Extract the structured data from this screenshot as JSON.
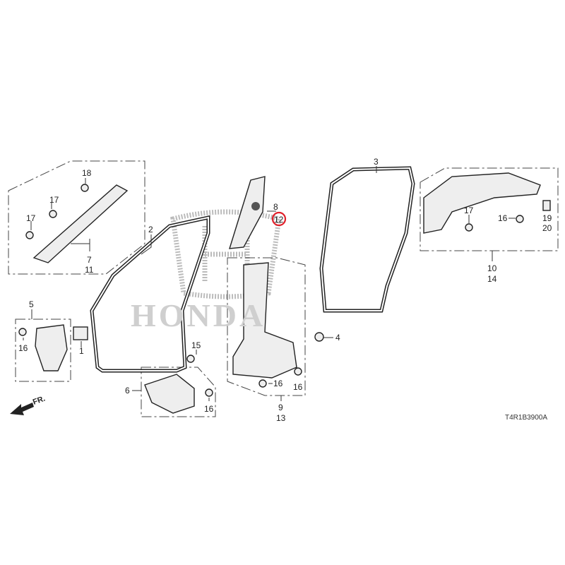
{
  "diagram": {
    "watermark": "HONDA",
    "direction_label": "FR.",
    "diagram_code": "T4R1B3900A",
    "highlight_color": "#e0202a",
    "callouts": {
      "c18": "18",
      "c17a": "17",
      "c17b": "17",
      "c7": "7",
      "c11": "11",
      "c2": "2",
      "c8": "8",
      "c12": "12",
      "c3": "3",
      "c17c": "17",
      "c16a": "16",
      "c19": "19",
      "c20": "20",
      "c10": "10",
      "c14": "14",
      "c5": "5",
      "c16b": "16",
      "c1": "1",
      "c15": "15",
      "c6": "6",
      "c16c": "16",
      "c4": "4",
      "c16d": "16",
      "c16e": "16",
      "c9": "9",
      "c13": "13"
    }
  }
}
